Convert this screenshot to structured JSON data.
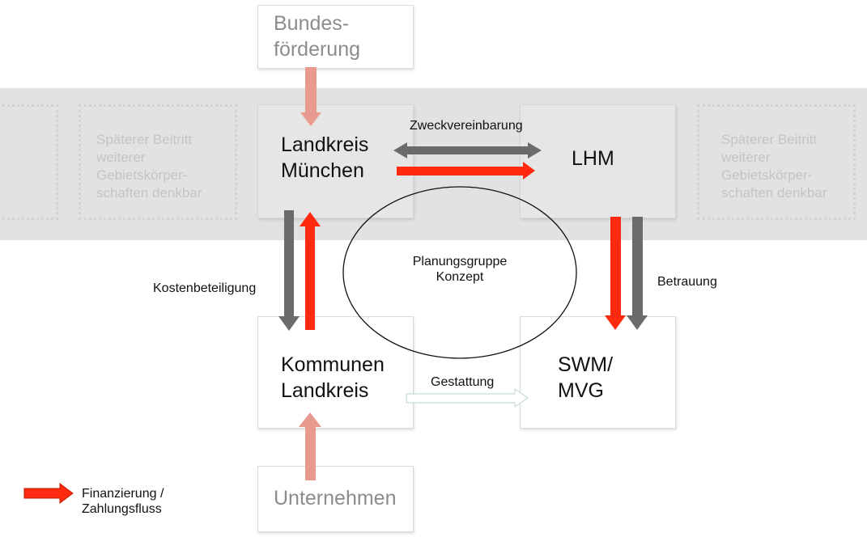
{
  "nodes": {
    "bundes": "Bundes-\nförderung",
    "landkreis": "Landkreis\nMünchen",
    "lhm": "LHM",
    "kommunen": "Kommunen\nLandkreis",
    "swm": "SWM/\nMVG",
    "unternehmen": "Unternehmen",
    "later_left": "Späterer Beitritt\nweiterer\nGebietskörper-\nschaften denkbar",
    "later_right": "Späterer Beitritt\nweiterer\nGebietskörper-\nschaften denkbar"
  },
  "labels": {
    "zweck": "Zweckvereinbarung",
    "kosten": "Kostenbeteiligung",
    "betrauung": "Betrauung",
    "gestattung": "Gestattung",
    "planung": "Planungsgruppe\nKonzept"
  },
  "legend": {
    "label": "Finanzierung /\nZahlungsfluss"
  },
  "colors": {
    "red": "#ff2a10",
    "gray_arrow": "#6b6b6b",
    "pale_red": "#e89a8e"
  }
}
